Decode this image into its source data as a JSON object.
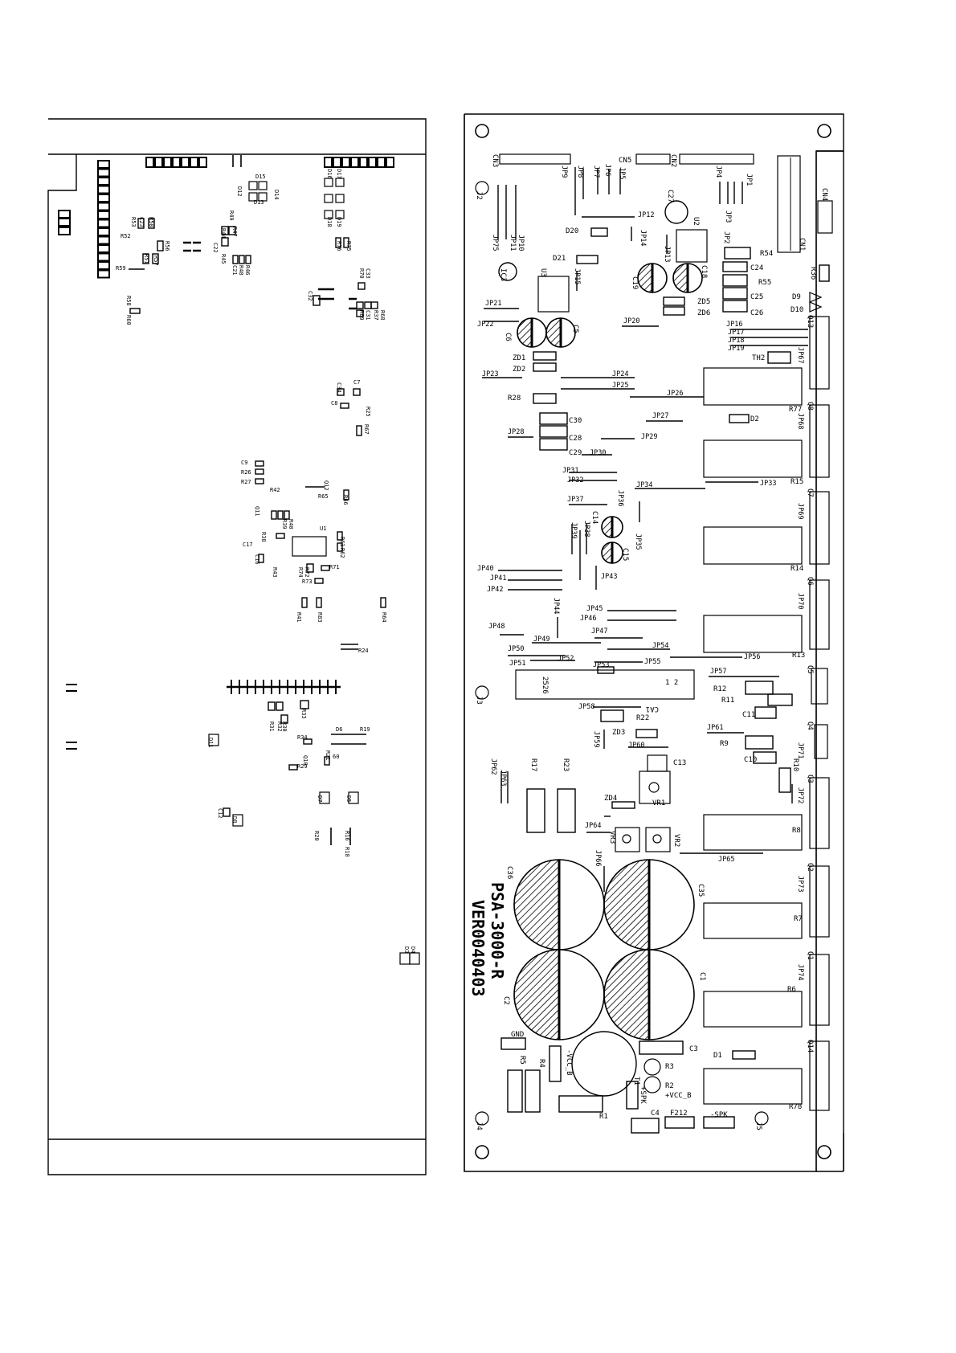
{
  "colors": {
    "ink": "#000000",
    "paper": "#ffffff"
  },
  "board": {
    "model": "PSA-3000-R",
    "version": "VER0040403",
    "holes": [
      "J2",
      "J3",
      "J4",
      "J5"
    ]
  },
  "connectors": [
    "CN3",
    "CN5",
    "CN2",
    "CN1",
    "CN4",
    "CA1"
  ],
  "ic_labels": [
    "U1",
    "U2",
    "U3",
    "IC3"
  ],
  "capacitors": [
    "C1",
    "C2",
    "C3",
    "C4",
    "C5",
    "C6",
    "C10",
    "C11",
    "C13",
    "C14",
    "C15",
    "C18",
    "C19",
    "C24",
    "C25",
    "C26",
    "C27",
    "C28",
    "C29",
    "C30",
    "C35",
    "C36"
  ],
  "resistors": [
    "R1",
    "R2",
    "R3",
    "R4",
    "R5",
    "R6",
    "R7",
    "R8",
    "R9",
    "R10",
    "R11",
    "R12",
    "R13",
    "R14",
    "R15",
    "R17",
    "R22",
    "R23",
    "R28",
    "R36",
    "R54",
    "R55",
    "R77",
    "R78"
  ],
  "transistors": [
    "Q1",
    "Q2",
    "Q3",
    "Q4",
    "Q5",
    "Q6",
    "Q7",
    "Q8",
    "Q13",
    "Q14"
  ],
  "diodes": [
    "D1",
    "D2",
    "D9",
    "D10",
    "D20",
    "D21",
    "ZD1",
    "ZD2",
    "ZD3",
    "ZD4",
    "ZD5",
    "ZD6"
  ],
  "trimmers": [
    "VR1",
    "VR2",
    "VR3"
  ],
  "thermistor": "TH2",
  "transformer": "T1",
  "fuse": "F212",
  "terminals": [
    "GND",
    "-VCC_B",
    "+VCC_B",
    "+SPK",
    "-SPK"
  ],
  "jumpers_right": [
    "JP8",
    "JP7",
    "JP6",
    "JP5",
    "JP4",
    "JP3",
    "JP2",
    "JP1",
    "JP9",
    "JP10",
    "JP11",
    "JP12",
    "JP13",
    "JP14",
    "JP15",
    "JP16",
    "JP17",
    "JP18",
    "JP19",
    "JP20",
    "JP21",
    "JP22",
    "JP23",
    "JP24",
    "JP25",
    "JP26",
    "JP27",
    "JP28",
    "JP29",
    "JP30",
    "JP31",
    "JP32",
    "JP33",
    "JP34",
    "JP35",
    "JP36",
    "JP37",
    "JP38",
    "JP39",
    "JP40",
    "JP41",
    "JP42",
    "JP43",
    "JP44",
    "JP45",
    "JP46",
    "JP47",
    "JP48",
    "JP49",
    "JP50",
    "JP51",
    "JP52",
    "JP53",
    "JP54",
    "JP55",
    "JP56",
    "JP57",
    "JP58",
    "JP59",
    "JP60",
    "JP61",
    "JP62",
    "JP63",
    "JP64",
    "JP65",
    "JP66",
    "JP67",
    "JP68",
    "JP69",
    "JP70",
    "JP71",
    "JP72",
    "JP73",
    "JP74",
    "JP75"
  ],
  "left_labels": [
    "R53",
    "C23",
    "R50",
    "R52",
    "R56",
    "R51",
    "R57",
    "R59",
    "R58",
    "R60",
    "R49",
    "R44",
    "C22",
    "R47",
    "R45",
    "C21",
    "R48",
    "R46",
    "D15",
    "D12",
    "D14",
    "D13",
    "D16",
    "D17",
    "D18",
    "D19",
    "R76",
    "R75",
    "R70",
    "C33",
    "C32",
    "R69",
    "C31",
    "R37",
    "R68",
    "C34",
    "C7",
    "C8",
    "R25",
    "R67",
    "C9",
    "R26",
    "R27",
    "R42",
    "Q12",
    "R65",
    "R66",
    "Q11",
    "R39",
    "R40",
    "R38",
    "C17",
    "U1",
    "R61",
    "R62",
    "C16",
    "R43",
    "R74",
    "R72",
    "R71",
    "R73",
    "R41",
    "R83",
    "R64",
    "R24",
    "R31",
    "R32",
    "R30",
    "R33",
    "D11",
    "R34",
    "R19",
    "D6",
    "R21",
    "Q10",
    "R29",
    "60",
    "D7",
    "D5",
    "C12",
    "D8",
    "R20",
    "R16",
    "R18",
    "D3",
    "D4"
  ]
}
